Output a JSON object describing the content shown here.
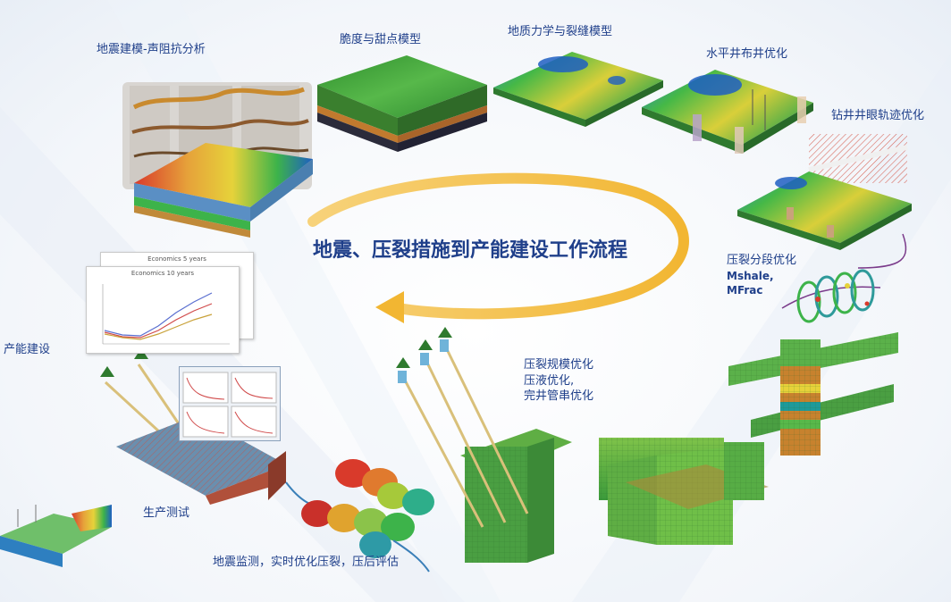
{
  "title": "地震、压裂措施到产能建设工作流程",
  "labels": {
    "seismic_modeling": "地震建模-声阻抗分析",
    "brittleness_model": "脆度与甜点模型",
    "geomechanics_model": "地质力学与裂缝模型",
    "horizontal_well_layout": "水平井布井优化",
    "drilling_trajectory": "钻井井眼轨迹优化",
    "frac_stage_opt": "压裂分段优化",
    "software_1": "Mshale,",
    "software_2": "MFrac",
    "frac_scale_opt": "压裂规模优化",
    "frac_fluid_opt": "压液优化,",
    "completion_string_opt": "完井管串优化",
    "microseismic": "地震监测，实时优化压裂，压后评估",
    "production_test": "生产测试",
    "capacity_building": "产能建设"
  },
  "chart_panels": {
    "economics_title_back": "Economics 5 years",
    "economics_title_front": "Economics 10 years"
  },
  "colors": {
    "title_blue": "#1f3f8a",
    "arrow_yellow": "#f2b632",
    "surface_green": "#3db34a",
    "surface_blue": "#1e5fc2",
    "surface_yellow": "#e6d23a",
    "surface_red": "#d93a2b"
  }
}
